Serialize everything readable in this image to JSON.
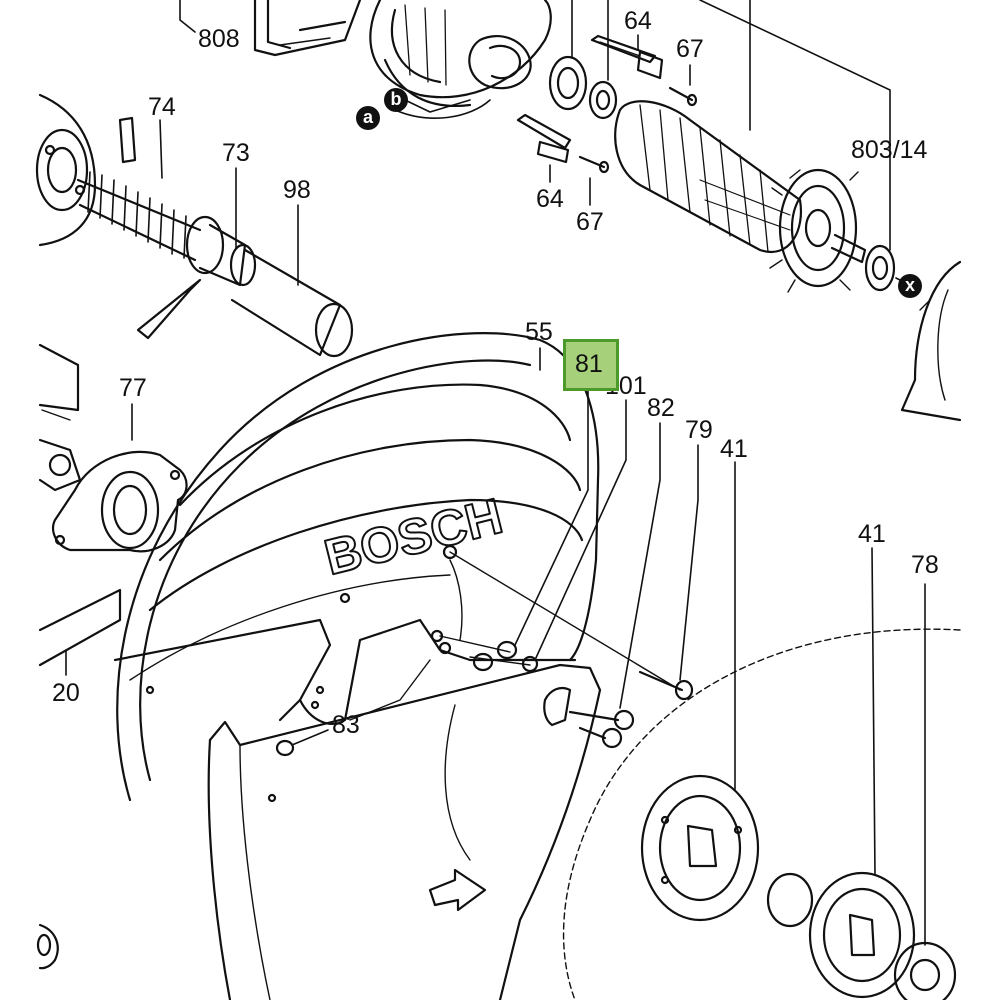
{
  "diagram": {
    "brand_text": "BOSCH",
    "highlighted_part": "81",
    "highlight_fill": "#a6d07a",
    "highlight_border": "#4c9a2a",
    "part_labels": {
      "p808": "808",
      "p64a": "64",
      "p67a": "67",
      "p74": "74",
      "p73": "73",
      "p98": "98",
      "p64b": "64",
      "p67b": "67",
      "p80314": "803/14",
      "p55": "55",
      "p101": "101",
      "p82": "82",
      "p79": "79",
      "p77": "77",
      "p41a": "41",
      "p41b": "41",
      "p78": "78",
      "p20": "20",
      "p83": "83"
    },
    "callouts": {
      "a": "a",
      "b": "b",
      "x": "x"
    }
  }
}
